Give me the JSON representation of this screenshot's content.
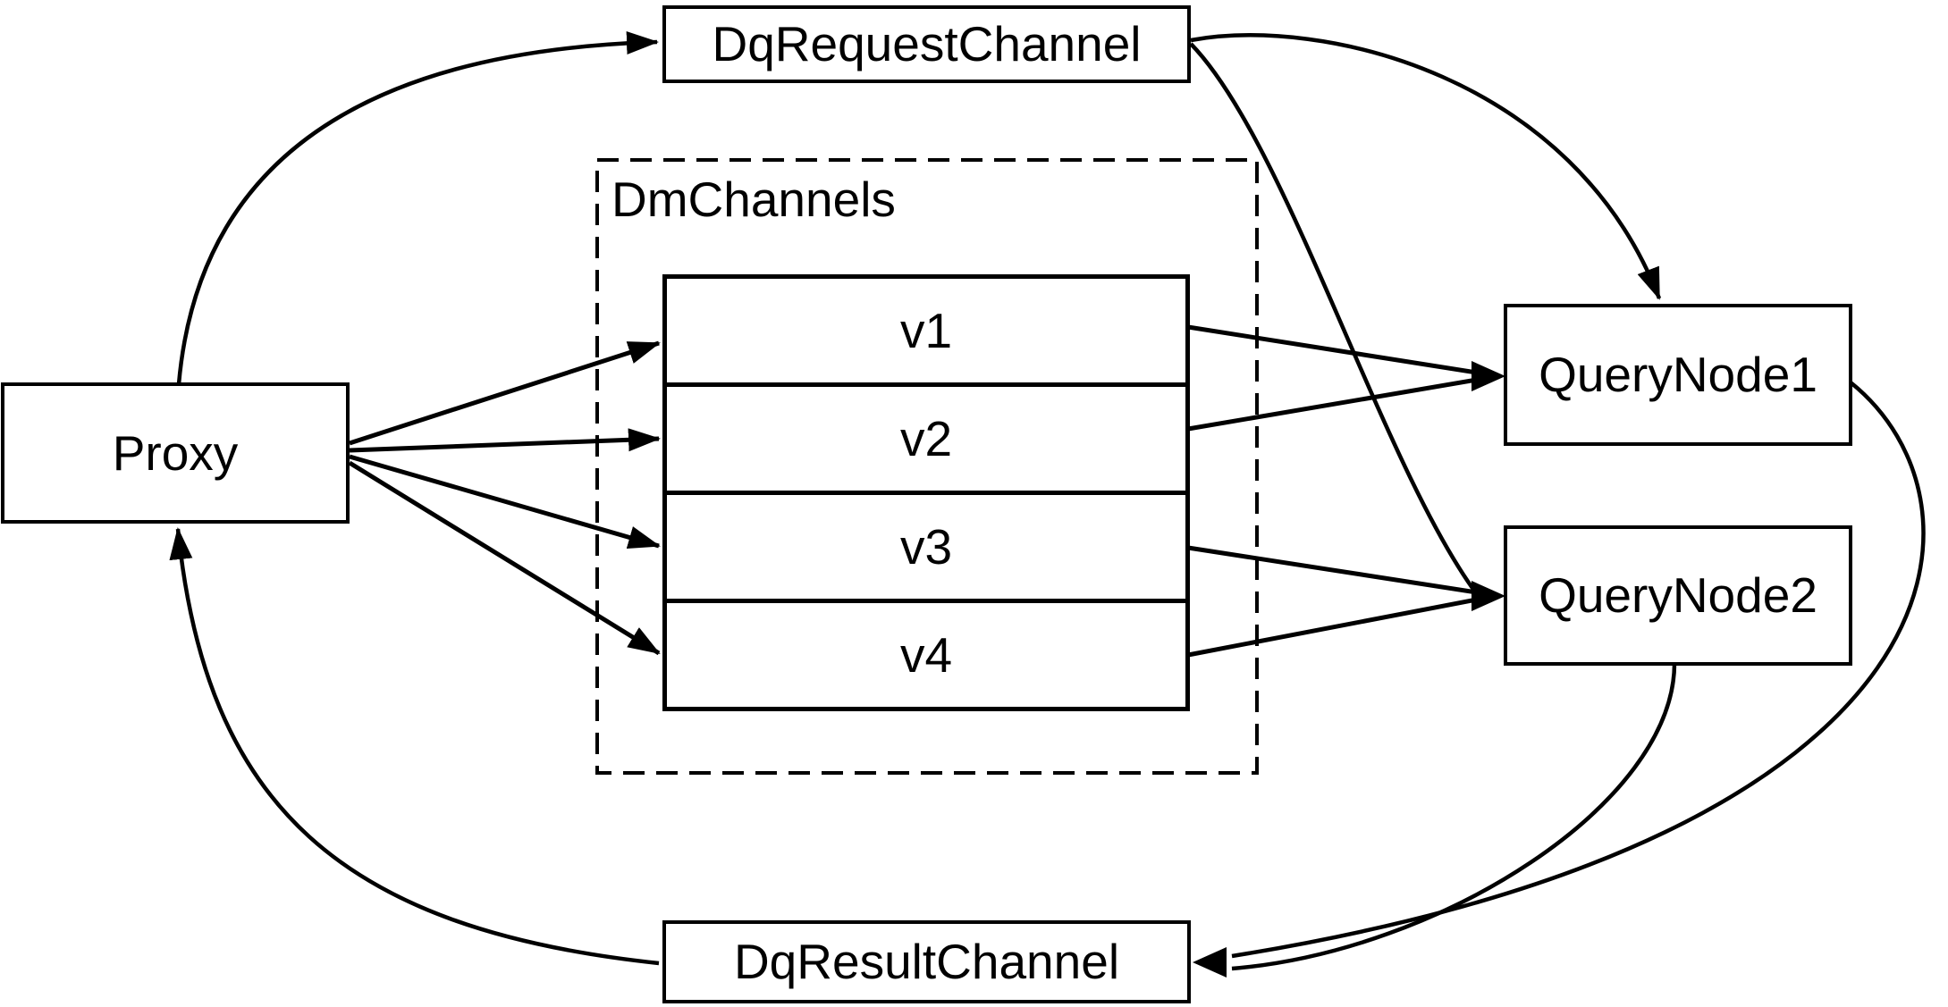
{
  "diagram": {
    "background_color": "#ffffff",
    "stroke_color": "#000000",
    "nodes": {
      "proxy": {
        "label": "Proxy"
      },
      "dq_request_channel": {
        "label": "DqRequestChannel"
      },
      "dm_channels": {
        "label": "DmChannels",
        "channels": [
          {
            "label": "v1"
          },
          {
            "label": "v2"
          },
          {
            "label": "v3"
          },
          {
            "label": "v4"
          }
        ]
      },
      "query_node_1": {
        "label": "QueryNode1"
      },
      "query_node_2": {
        "label": "QueryNode2"
      },
      "dq_result_channel": {
        "label": "DqResultChannel"
      }
    },
    "edges": [
      {
        "from": "Proxy",
        "to": "DqRequestChannel"
      },
      {
        "from": "Proxy",
        "to": "v1"
      },
      {
        "from": "Proxy",
        "to": "v2"
      },
      {
        "from": "Proxy",
        "to": "v3"
      },
      {
        "from": "Proxy",
        "to": "v4"
      },
      {
        "from": "v1",
        "to": "QueryNode1"
      },
      {
        "from": "v2",
        "to": "QueryNode1"
      },
      {
        "from": "v3",
        "to": "QueryNode2"
      },
      {
        "from": "v4",
        "to": "QueryNode2"
      },
      {
        "from": "DqRequestChannel",
        "to": "QueryNode1"
      },
      {
        "from": "DqRequestChannel",
        "to": "QueryNode2"
      },
      {
        "from": "QueryNode1",
        "to": "DqResultChannel"
      },
      {
        "from": "QueryNode2",
        "to": "DqResultChannel"
      },
      {
        "from": "DqResultChannel",
        "to": "Proxy"
      }
    ]
  }
}
